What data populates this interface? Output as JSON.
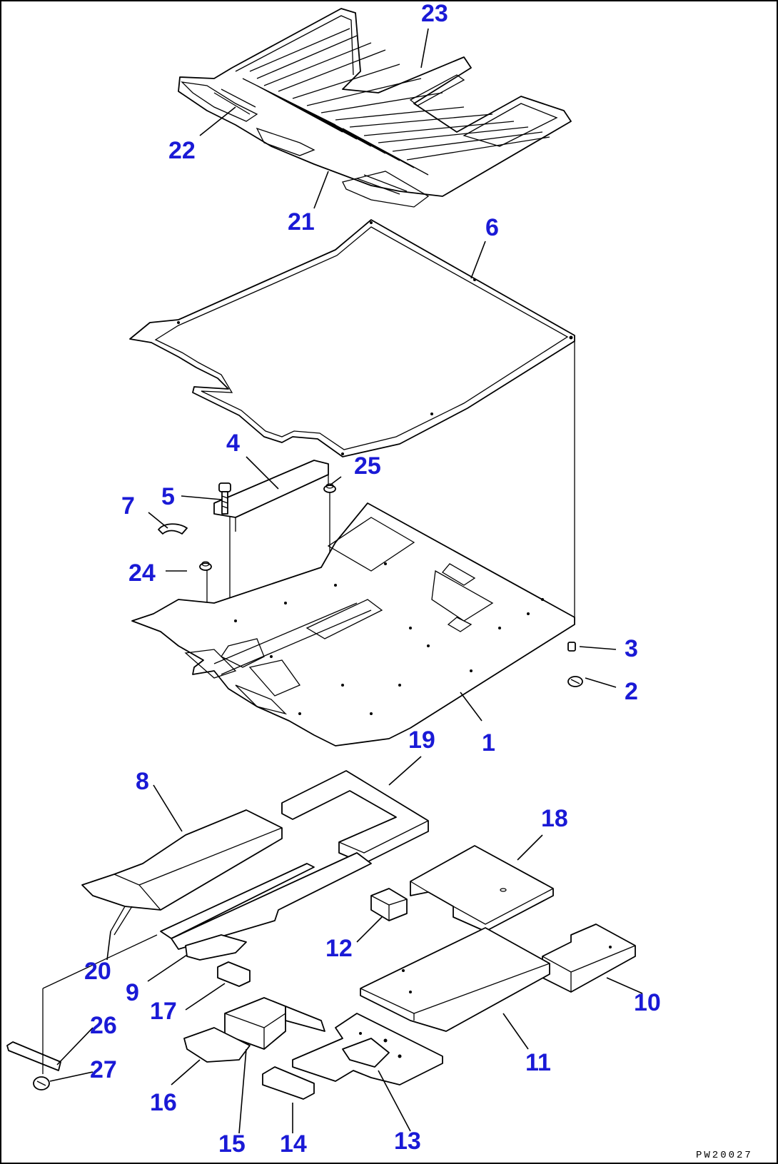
{
  "drawing_code": "PW20027",
  "callouts": [
    {
      "id": "1",
      "label": "1"
    },
    {
      "id": "2",
      "label": "2"
    },
    {
      "id": "3",
      "label": "3"
    },
    {
      "id": "4",
      "label": "4"
    },
    {
      "id": "5",
      "label": "5"
    },
    {
      "id": "6",
      "label": "6"
    },
    {
      "id": "7",
      "label": "7"
    },
    {
      "id": "8",
      "label": "8"
    },
    {
      "id": "9",
      "label": "9"
    },
    {
      "id": "10",
      "label": "10"
    },
    {
      "id": "11",
      "label": "11"
    },
    {
      "id": "12",
      "label": "12"
    },
    {
      "id": "13",
      "label": "13"
    },
    {
      "id": "14",
      "label": "14"
    },
    {
      "id": "15",
      "label": "15"
    },
    {
      "id": "16",
      "label": "16"
    },
    {
      "id": "17",
      "label": "17"
    },
    {
      "id": "18",
      "label": "18"
    },
    {
      "id": "19",
      "label": "19"
    },
    {
      "id": "20",
      "label": "20"
    },
    {
      "id": "21",
      "label": "21"
    },
    {
      "id": "22",
      "label": "22"
    },
    {
      "id": "23",
      "label": "23"
    },
    {
      "id": "24",
      "label": "24"
    },
    {
      "id": "25",
      "label": "25"
    },
    {
      "id": "26",
      "label": "26"
    },
    {
      "id": "27",
      "label": "27"
    }
  ],
  "colors": {
    "callout": "#1a1ad6",
    "line": "#000000",
    "background": "#ffffff"
  }
}
